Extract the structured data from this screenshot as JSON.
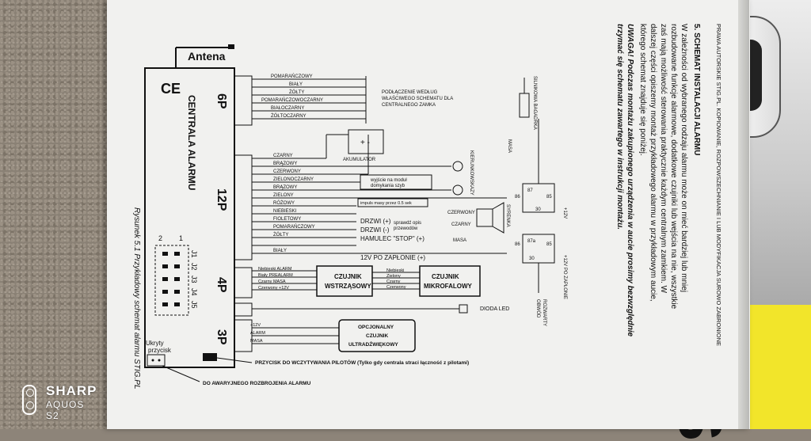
{
  "header": {
    "running_head": "PRAWA AUTORSKIE STIG.PL. KOPIOWANIE, ROZPOWSZECHNIANIE I LUB MODYFIKACJA SUROWO ZABRONIONE",
    "section_title": "5. SCHEMAT INSTALACJI ALARMU",
    "para1": [
      "W zależności od wybranego rodzaju alarmu może on mieć bardziej lub mniej",
      "rozbudowane funkcje alarmowe, dodatkowe czujniki lub wejścia na nie, wszystkie",
      "zaś mają możliwość sterowania praktycznie każdym centralnym zamkiem. W",
      "dalszej części opiszemy montaż przykładowego alarmu w przykładowym aucie,",
      "którego schemat znajduje się poniżej."
    ],
    "para2": [
      "UWAGA! Podczas montażu zakupionego urządzenia w aucie prosimy bezwzględnie",
      "trzymać się schematu zawartego w instrukcji montażu."
    ]
  },
  "diagram": {
    "antenna": "Antena",
    "ce": "CE",
    "unit_title": "CENTRALA ALARMU",
    "connectors": [
      "6P",
      "12P",
      "4P",
      "3P"
    ],
    "jumpers": [
      "J1",
      "J2",
      "J3",
      "J4",
      "J5"
    ],
    "jumper_nums": [
      "1",
      "2"
    ],
    "hidden_button": [
      "Ukryty",
      "przycisk"
    ],
    "wires_6p": [
      "POMARAŃCZOWY",
      "BIAŁY",
      "ŻÓŁTY",
      "POMARAŃCZOWOCZARNY",
      "BIAŁOCZARNY",
      "ŻÓŁTOCZARNY"
    ],
    "note_6p": [
      "PODŁĄCZENIE WEDŁUG",
      "WŁAŚCIWEGO SCHEMATU DLA",
      "CENTRALNEGO ZAMKA"
    ],
    "wires_12p": [
      "CZARNY",
      "BRĄZOWY",
      "CZERWONY",
      "ZIELONOCZARNY",
      "BRĄZOWY",
      "ZIELONY",
      "RÓŻOWY",
      "NIEBIESKI",
      "FIOLETOWY",
      "POMARAŃCZOWY",
      "ŻÓŁTY",
      "BIAŁY"
    ],
    "battery": "AKUMULATOR",
    "window_out": [
      "wyjście na moduł",
      "domykania szyb"
    ],
    "ground_pulse": "impuls masy przez 0.5 sek",
    "door_pos": "DRZWI (+)",
    "door_neg": "DRZWI (-)",
    "door_note": [
      "sprawdź opis",
      "przewodów"
    ],
    "handbrake": "HAMULEC \"STOP\" (+)",
    "ignition": "12V PO ZAPŁONIE (+)",
    "blinkers": "KIERUNKOWSKAZY",
    "siren": "SYRENKA",
    "red": "CZERWONY",
    "black": "CZARNY",
    "mass": "MASA",
    "relay_pins": [
      "87",
      "87a",
      "30",
      "86",
      "85"
    ],
    "plus12": "+12V",
    "plus12_ign": "+12V PO ZAPŁONIE",
    "starter_wire": "SILNIKOWA BAGADRKA",
    "starter_rel": [
      "ROZWARTY",
      "OBWÓD"
    ],
    "shock_sensor": [
      "CZUJNIK",
      "WSTRZĄSOWY"
    ],
    "shock_wires": [
      "Niebieski ALARM",
      "Biały PREALARM",
      "Czarny MASA",
      "Czerwony +12V"
    ],
    "micro_sensor": [
      "CZUJNIK",
      "MIKROFALOWY"
    ],
    "micro_wires": [
      "Niebieski",
      "Zielony",
      "Czarny",
      "Czerwony"
    ],
    "led": "DIODA LED",
    "optional": [
      "OPCJONALNY",
      "CZUJNIK",
      "ULTRADŹWIĘKOWY"
    ],
    "opt_wires": [
      "+12V",
      "ALARM",
      "MASA"
    ],
    "learn_button": "PRZYCISK DO WCZYTYWANIA PILOTÓW (Tylko gdy centrala straci łączność z pilotami)",
    "emergency": "DO AWARYJNEGO ROZBROJENIA ALARMU",
    "caption": "Rysunek 5.1 Przykładowy schemat alarmu STIG.PL"
  },
  "watermark": {
    "brand": "SHARP",
    "model": "AQUOS S2"
  },
  "colors": {
    "paper": "#f1f1ef",
    "cover_yellow": "#f2e52a",
    "ink": "#111111",
    "carpet": "#8a8175"
  }
}
